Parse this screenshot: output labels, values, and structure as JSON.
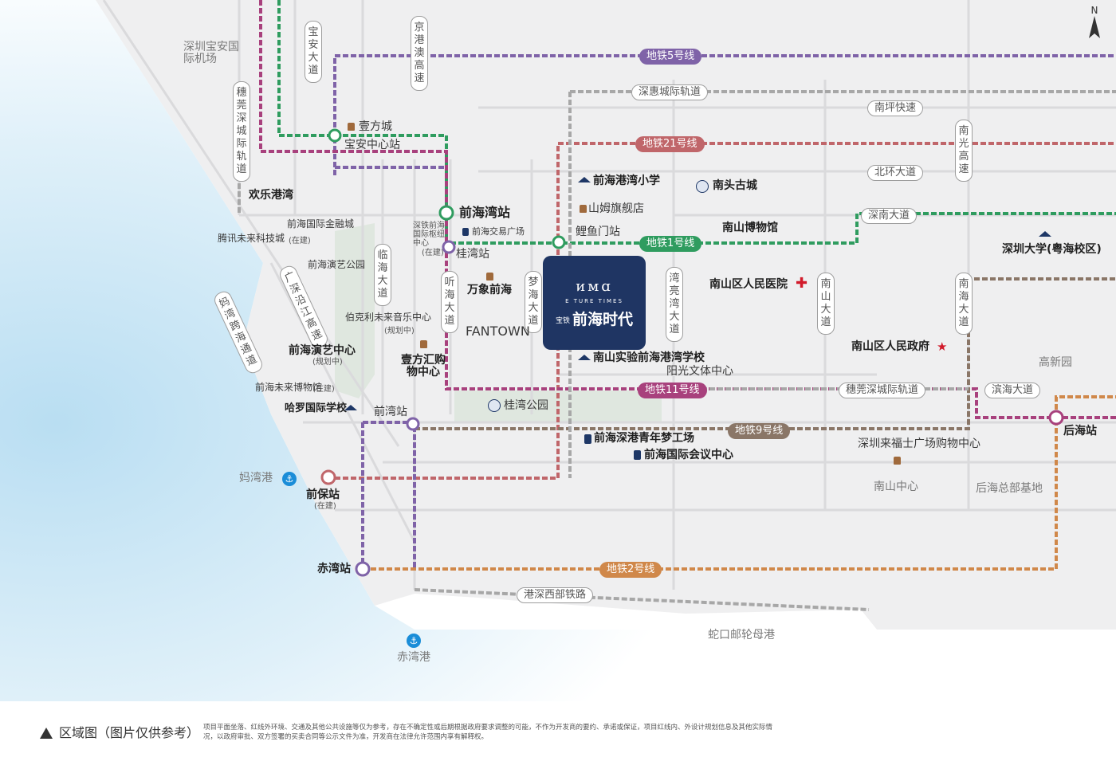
{
  "project": {
    "logo": "ᴎᴍɑ",
    "sub": "E TURE TIMES",
    "prefix": "宝铁",
    "name": "前海时代"
  },
  "lines": {
    "m5": {
      "label": "地铁5号线",
      "color": "#7f63a8"
    },
    "m21": {
      "label": "地铁21号线",
      "color": "#c0666a"
    },
    "m1": {
      "label": "地铁1号线",
      "color": "#2f9c5f"
    },
    "m11": {
      "label": "地铁11号线",
      "color": "#a8417d"
    },
    "m9": {
      "label": "地铁9号线",
      "color": "#8a7667"
    },
    "m2": {
      "label": "地铁2号线",
      "color": "#d0884a"
    },
    "shenhui": {
      "label": "深惠城际轨道"
    },
    "suiguan": {
      "label": "穗莞深城际轨道"
    },
    "gangshen": {
      "label": "港深西部铁路"
    }
  },
  "roads": {
    "nanping": "南坪快速",
    "beihuan": "北环大道",
    "binhai": "滨海大道",
    "shennan": "深南大道",
    "baoan": "宝安大道",
    "jinggang": "京港澳高速",
    "suiguan_v": "穗莞深城际轨道",
    "nanguang": "南光高速",
    "linhai": "临海大道",
    "tinghai": "听海大道",
    "menghai": "梦海大道",
    "wanliang": "湾亮湾大道",
    "nanshan": "南山大道",
    "nanhai": "南海大道",
    "yanjiang": "广深沿江高速",
    "mawan": "妈湾跨海通道"
  },
  "places": {
    "airport": "深圳宝安国际机场",
    "yifang": "壹方城",
    "baoan_center": "宝安中心站",
    "huanle": "欢乐港湾",
    "qianhaiwan": "前海湾站",
    "ifc": "前海国际金融城",
    "tencent": "腾讯未来科技城",
    "tencent_note": "(在建)",
    "hub": "深铁前海国际枢纽中心",
    "hub_note": "(在建)",
    "exchange": "前海交易广场",
    "guiwan": "桂湾站",
    "park_art": "前海演艺公园",
    "wanxiang": "万象前海",
    "fantown": "FANTOWN",
    "berklee": "伯克利未来音乐中心",
    "berklee_note": "(规划中)",
    "art_center": "前海演艺中心",
    "art_note": "(规划中)",
    "museum_future": "前海未来博物馆",
    "museum_note": "(在建)",
    "harrow": "哈罗国际学校",
    "yifanghui": "壹方汇购物中心",
    "qianwan": "前湾站",
    "guiwan_park": "桂湾公园",
    "gangwan_school": "前海港湾小学",
    "sam": "山姆旗舰店",
    "liyumen": "鲤鱼门站",
    "nantou": "南头古城",
    "museum_ns": "南山博物馆",
    "szu": "深圳大学(粤海校区)",
    "hospital": "南山区人民医院",
    "gov": "南山区人民政府",
    "exp_school": "南山实验前海港湾学校",
    "yangguang": "阳光文体中心",
    "dreamworks": "前海深港青年梦工场",
    "conv": "前海国际会议中心",
    "gaoxin": "高新园",
    "houhai_stn": "后海站",
    "raffles": "深圳来福士广场购物中心",
    "nanshan_center": "南山中心",
    "houhai_base": "后海总部基地",
    "mawan_port": "妈湾港",
    "qianbao": "前保站",
    "qianbao_note": "(在建)",
    "chiwan_stn": "赤湾站",
    "chiwan_port": "赤湾港",
    "shekou": "蛇口邮轮母港"
  },
  "north": "N",
  "footer": {
    "title": "区域图（图片仅供参考）",
    "disclaimer": "项目平面坐落、红线外环境、交通及其他公共设施等仅为参考，存在不确定性或后期根据政府要求调整的可能，不作为开发商的要约、承诺或保证，项目红线内、外设计规划信息及其他实际情况，以政府审批、双方签署的买卖合同等公示文件为准，开发商在法律允许范围内享有解释权。"
  }
}
